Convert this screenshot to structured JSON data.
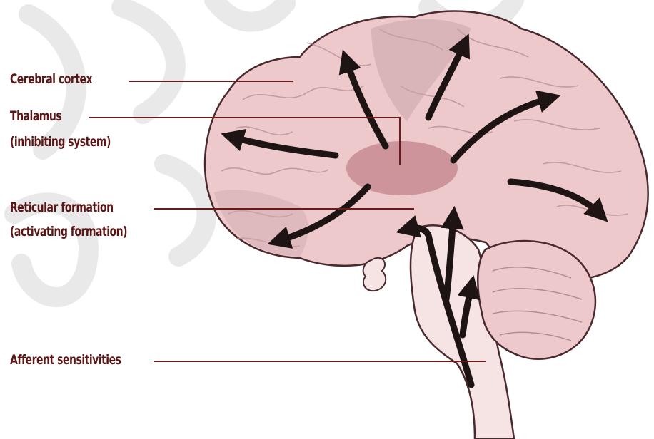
{
  "labels": {
    "cerebral_cortex": "Cerebral cortex",
    "thalamus_line1": "Thalamus",
    "thalamus_line2": "(inhibiting system)",
    "reticular_line1": "Reticular formation",
    "reticular_line2": "(activating formation)",
    "afferent": "Afferent sensitivities"
  },
  "colors": {
    "label_text": "#5a1616",
    "leader_line": "#6a1a1a",
    "brain_fill": "#edc9cc",
    "brain_outline": "#4a2a2e",
    "thalamus_fill": "#c98f96",
    "brainstem_fill": "#f6e4e5",
    "arrow": "#1e1414",
    "watermark": "#e9e9e9"
  }
}
